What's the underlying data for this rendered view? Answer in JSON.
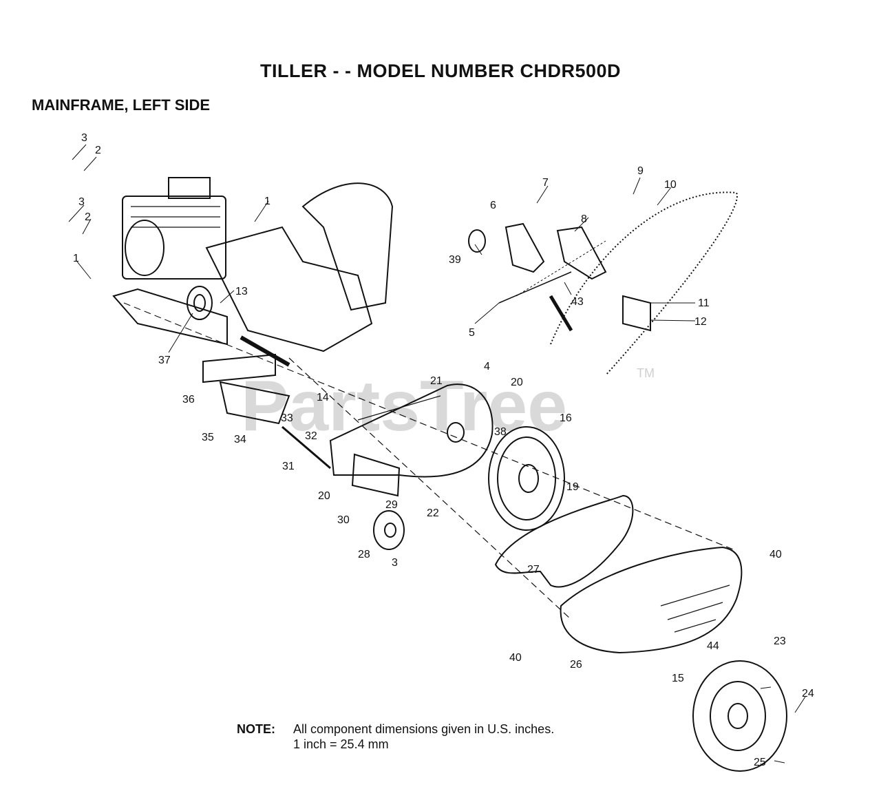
{
  "title": "TILLER - - MODEL NUMBER CHDR500D",
  "subtitle": "MAINFRAME, LEFT SIDE",
  "watermark": {
    "text": "PartsTree",
    "mark": "TM"
  },
  "note": {
    "label": "NOTE:",
    "line1": "All component dimensions given in U.S. inches.",
    "line2": "1 inch = 25.4 mm"
  },
  "callouts": [
    "3",
    "2",
    "3",
    "2",
    "1",
    "1",
    "13",
    "37",
    "36",
    "35",
    "34",
    "33",
    "14",
    "32",
    "31",
    "21",
    "4",
    "20",
    "16",
    "38",
    "20",
    "30",
    "29",
    "22",
    "19",
    "28",
    "3",
    "27",
    "40",
    "40",
    "26",
    "15",
    "44",
    "23",
    "24",
    "25",
    "9",
    "10",
    "7",
    "6",
    "8",
    "39",
    "43",
    "5",
    "11",
    "12"
  ]
}
